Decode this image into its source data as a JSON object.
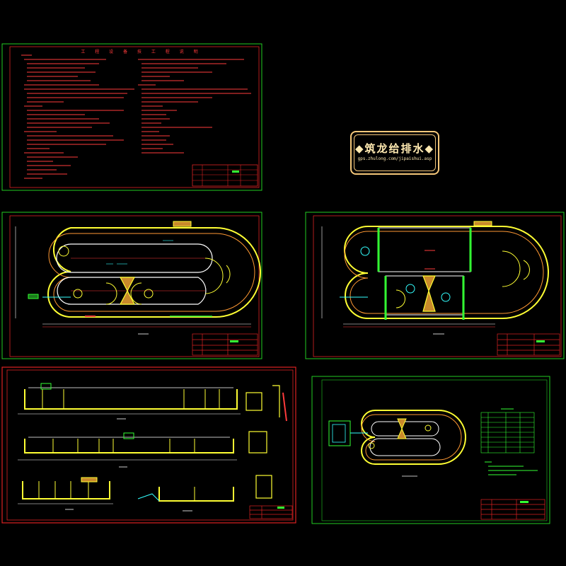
{
  "logo": {
    "main_text": "◆筑龙给排水◆",
    "sub_text": "gps.zhulong.com/jipaishui.asp"
  },
  "notes_sheet": {
    "title": "工 程 设 备 技 工 程 说 明"
  },
  "colors": {
    "background": "#000000",
    "sheet_border_green": "#22cc22",
    "sheet_border_red": "#dd2222",
    "tank_wall": "#ffff33",
    "tank_inner_wall": "#ffffff",
    "annotation_red": "#ff3333",
    "dimension_cyan": "#33ffff",
    "accent_green": "#33ff33",
    "logo_gold": "#f6c87a"
  }
}
